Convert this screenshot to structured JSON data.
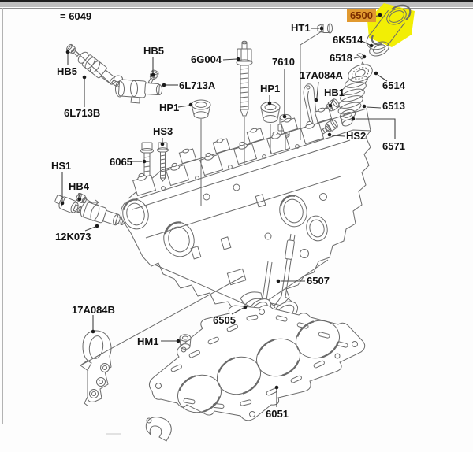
{
  "diagram": {
    "type": "exploded-parts-diagram",
    "subject": "cylinder-head-assembly",
    "colors": {
      "highlight_label_bg": "#e1992f",
      "highlight_label_text": "#7c2d00",
      "part_highlight": "#f2ee05",
      "ink": "#6a6a6a"
    },
    "labels": {
      "a6049": {
        "text": "= 6049",
        "highlighted": false
      },
      "hb5_a": {
        "text": "HB5",
        "highlighted": false
      },
      "l6l713b": {
        "text": "6L713B",
        "highlighted": false
      },
      "hb5_b": {
        "text": "HB5",
        "highlighted": false
      },
      "l6l713a": {
        "text": "6L713A",
        "highlighted": false
      },
      "l6g004": {
        "text": "6G004",
        "highlighted": false
      },
      "hp1_a": {
        "text": "HP1",
        "highlighted": false
      },
      "hs3": {
        "text": "HS3",
        "highlighted": false
      },
      "l6065": {
        "text": "6065",
        "highlighted": false
      },
      "hs1": {
        "text": "HS1",
        "highlighted": false
      },
      "hb4": {
        "text": "HB4",
        "highlighted": false
      },
      "l12k073": {
        "text": "12K073",
        "highlighted": false
      },
      "l17a084b": {
        "text": "17A084B",
        "highlighted": false
      },
      "hm1": {
        "text": "HM1",
        "highlighted": false
      },
      "l6505": {
        "text": "6505",
        "highlighted": false
      },
      "l6507": {
        "text": "6507",
        "highlighted": false
      },
      "l6051": {
        "text": "6051",
        "highlighted": false
      },
      "l7610": {
        "text": "7610",
        "highlighted": false
      },
      "hp1_b": {
        "text": "HP1",
        "highlighted": false
      },
      "l17a084a": {
        "text": "17A084A",
        "highlighted": false
      },
      "hb1": {
        "text": "HB1",
        "highlighted": false
      },
      "ht1": {
        "text": "HT1",
        "highlighted": false
      },
      "l6500": {
        "text": "6500",
        "highlighted": true
      },
      "l6k514": {
        "text": "6K514",
        "highlighted": false
      },
      "l6518": {
        "text": "6518",
        "highlighted": false
      },
      "l6514": {
        "text": "6514",
        "highlighted": false
      },
      "l6513": {
        "text": "6513",
        "highlighted": false
      },
      "hs2": {
        "text": "HS2",
        "highlighted": false
      },
      "l6571": {
        "text": "6571",
        "highlighted": false
      }
    }
  }
}
